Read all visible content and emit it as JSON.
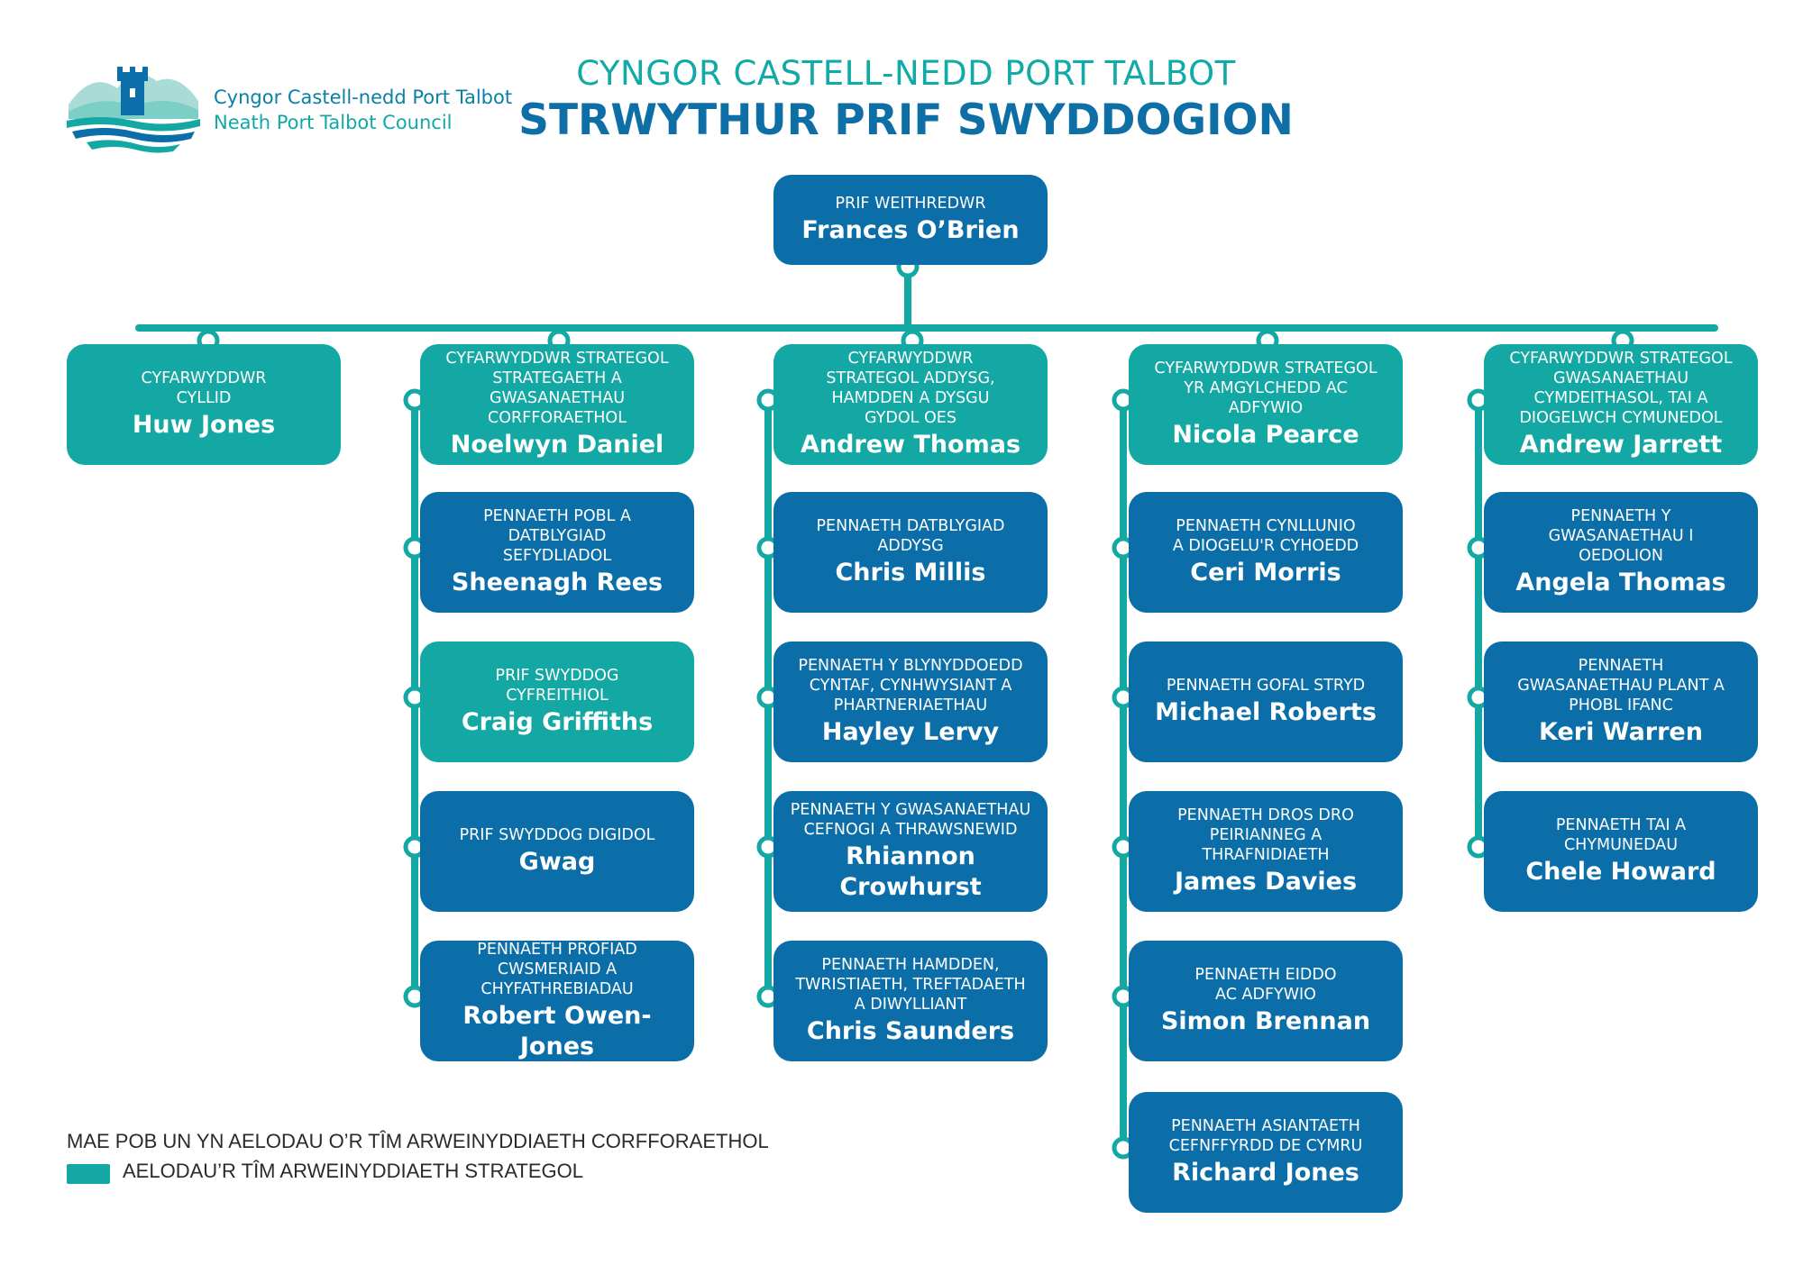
{
  "brand": {
    "name_cy": "Cyngor Castell-nedd Port Talbot",
    "name_en": "Neath Port Talbot Council",
    "colors": {
      "teal": "#13a8a3",
      "blue": "#0b6ea9",
      "heading_teal": "#12aaa6",
      "heading_blue": "#0d6fa6"
    }
  },
  "header": {
    "line1": "CYNGOR CASTELL-NEDD PORT TALBOT",
    "line2": "STRWYTHUR PRIF SWYDDOGION"
  },
  "chief": {
    "title": "PRIF WEITHREDWR",
    "name": "Frances O’Brien"
  },
  "columns": [
    {
      "head": {
        "title": "CYFARWYDDWR\nCYLLID",
        "name": "Huw Jones"
      },
      "reports": []
    },
    {
      "head": {
        "title": "CYFARWYDDWR STRATEGOL\nSTRATEGAETH A\nGWASANAETHAU\nCORFFORAETHOL",
        "name": "Noelwyn Daniel"
      },
      "reports": [
        {
          "title": "PENNAETH POBL A\nDATBLYGIAD\nSEFYDLIADOL",
          "name": "Sheenagh Rees",
          "strategic": false
        },
        {
          "title": "PRIF SWYDDOG\nCYFREITHIOL",
          "name": "Craig Griffiths",
          "strategic": true
        },
        {
          "title": "PRIF SWYDDOG DIGIDOL",
          "name": "Gwag",
          "strategic": false
        },
        {
          "title": "PENNAETH PROFIAD\nCWSMERIAID A\nCHYFATHREBIADAU",
          "name": "Robert Owen-Jones",
          "strategic": false
        }
      ]
    },
    {
      "head": {
        "title": "CYFARWYDDWR\nSTRATEGOL ADDYSG,\nHAMDDEN A DYSGU\nGYDOL OES",
        "name": "Andrew Thomas"
      },
      "reports": [
        {
          "title": "PENNAETH DATBLYGIAD\nADDYSG",
          "name": "Chris Millis",
          "strategic": false
        },
        {
          "title": "PENNAETH Y BLYNYDDOEDD\nCYNTAF, CYNHWYSIANT A\nPHARTNERIAETHAU",
          "name": "Hayley Lervy",
          "strategic": false
        },
        {
          "title": "PENNAETH Y GWASANAETHAU\nCEFNOGI A THRAWSNEWID",
          "name": "Rhiannon\nCrowhurst",
          "strategic": false
        },
        {
          "title": "PENNAETH HAMDDEN,\nTWRISTIAETH, TREFTADAETH\nA DIWYLLIANT",
          "name": "Chris Saunders",
          "strategic": false
        }
      ]
    },
    {
      "head": {
        "title": "CYFARWYDDWR STRATEGOL\nYR AMGYLCHEDD AC\nADFYWIO",
        "name": "Nicola Pearce"
      },
      "reports": [
        {
          "title": "PENNAETH CYNLLUNIO\nA DIOGELU'R CYHOEDD",
          "name": "Ceri Morris",
          "strategic": false
        },
        {
          "title": "PENNAETH GOFAL STRYD",
          "name": "Michael Roberts",
          "strategic": false
        },
        {
          "title": "PENNAETH DROS DRO\nPEIRIANNEG A\nTHRAFNIDIAETH",
          "name": "James Davies",
          "strategic": false
        },
        {
          "title": "PENNAETH EIDDO\nAC ADFYWIO",
          "name": "Simon Brennan",
          "strategic": false
        },
        {
          "title": "PENNAETH ASIANTAETH\nCEFNFFYRDD DE CYMRU",
          "name": "Richard Jones",
          "strategic": false
        }
      ]
    },
    {
      "head": {
        "title": "CYFARWYDDWR STRATEGOL\nGWASANAETHAU\nCYMDEITHASOL, TAI A\nDIOGELWCH CYMUNEDOL",
        "name": "Andrew Jarrett"
      },
      "reports": [
        {
          "title": "PENNAETH Y\nGWASANAETHAU I\nOEDOLION",
          "name": "Angela Thomas",
          "strategic": false
        },
        {
          "title": "PENNAETH\nGWASANAETHAU PLANT A\nPHOBL IFANC",
          "name": "Keri Warren",
          "strategic": false
        },
        {
          "title": "PENNAETH TAI A\nCHYMUNEDAU",
          "name": "Chele Howard",
          "strategic": false
        }
      ]
    }
  ],
  "legend": {
    "note": "MAE POB UN YN AELODAU O’R TÎM ARWEINYDDIAETH CORFFORAETHOL",
    "strategic_label": "AELODAU’R TÎM ARWEINYDDIAETH STRATEGOL"
  }
}
